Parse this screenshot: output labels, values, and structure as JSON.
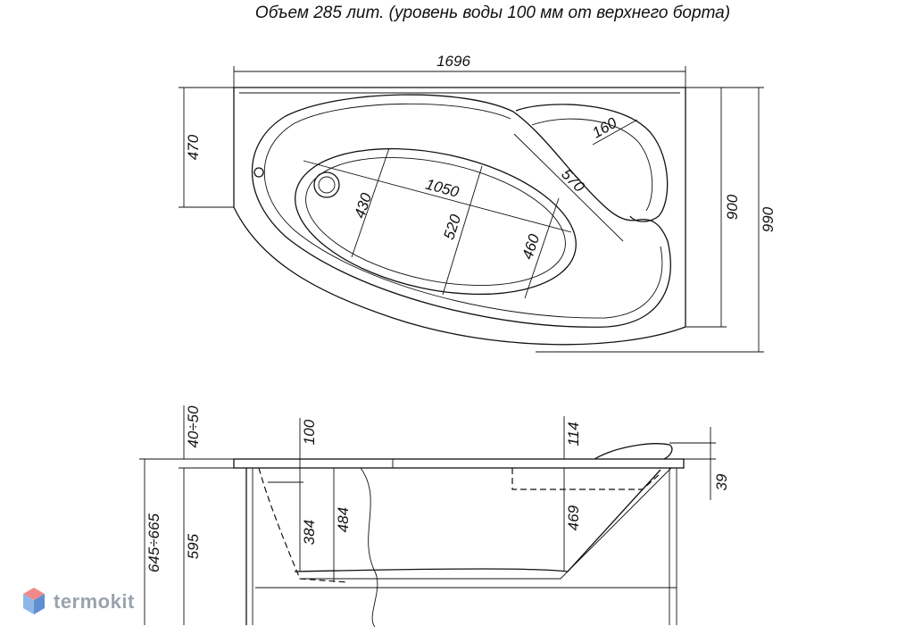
{
  "header": {
    "volume_note": "Объем 285 лит. (уровень воды 100 мм от верхнего борта)"
  },
  "top_view": {
    "dim_length": "1696",
    "dim_470": "470",
    "dim_900": "900",
    "dim_990": "990",
    "dim_1050": "1050",
    "dim_430": "430",
    "dim_520": "520",
    "dim_460": "460",
    "dim_570": "570",
    "dim_160": "160"
  },
  "side_view": {
    "dim_40_50": "40÷50",
    "dim_645_665": "645÷665",
    "dim_595": "595",
    "dim_100": "100",
    "dim_384": "384",
    "dim_484": "484",
    "dim_114": "114",
    "dim_469": "469",
    "dim_39": "39"
  },
  "watermark": {
    "brand": "termokit",
    "colors": {
      "cube_top": "#f08a8a",
      "cube_left": "#8fb7e6",
      "cube_right": "#5f8fd0",
      "text": "#9aa3ad"
    }
  }
}
